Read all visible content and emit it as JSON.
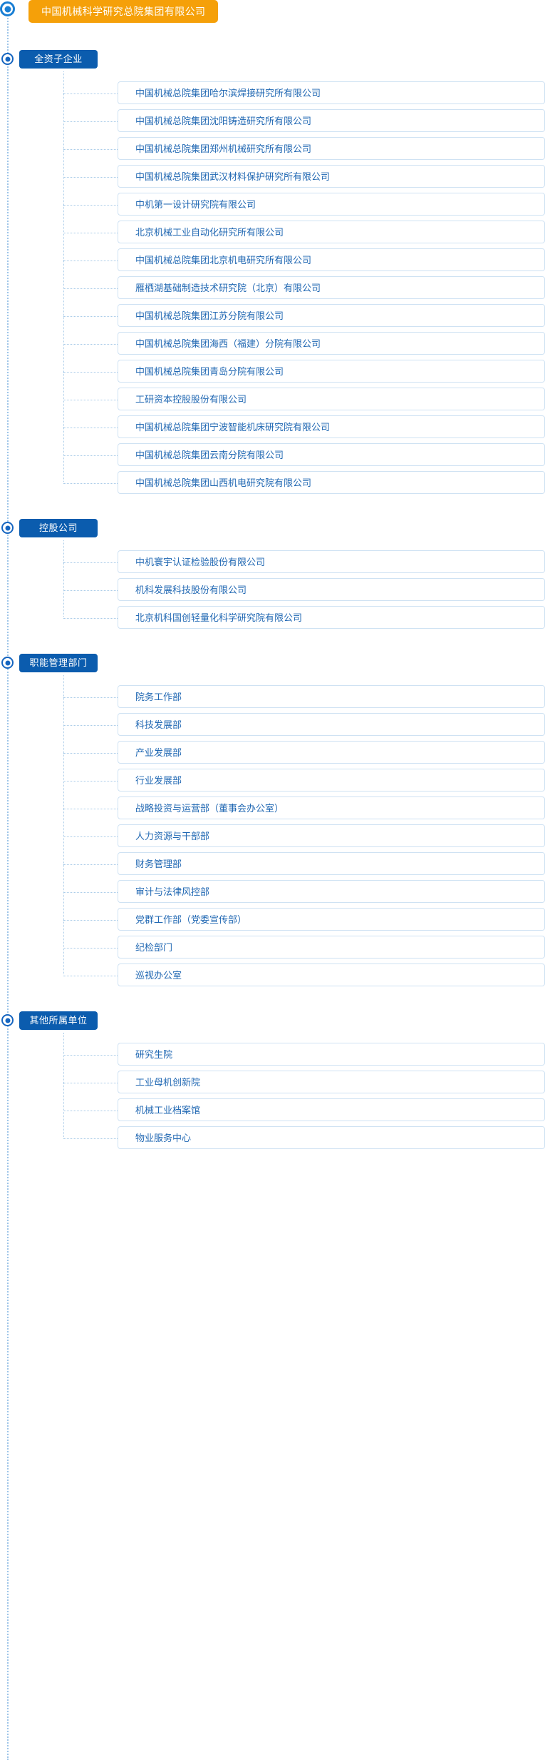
{
  "colors": {
    "root_chip_bg": "#f5a009",
    "section_chip_bg": "#0b5cae",
    "card_border": "#cfe2f3",
    "card_text": "#2168b3",
    "dotted_line": "#a9cbe8",
    "marker_ring": "#1565c0",
    "page_bg": "#ffffff"
  },
  "root": {
    "label": "中国机械科学研究总院集团有限公司"
  },
  "sections": [
    {
      "label": "全资子企业",
      "items": [
        "中国机械总院集团哈尔滨焊接研究所有限公司",
        "中国机械总院集团沈阳铸造研究所有限公司",
        "中国机械总院集团郑州机械研究所有限公司",
        "中国机械总院集团武汉材料保护研究所有限公司",
        "中机第一设计研究院有限公司",
        "北京机械工业自动化研究所有限公司",
        "中国机械总院集团北京机电研究所有限公司",
        "雁栖湖基础制造技术研究院（北京）有限公司",
        "中国机械总院集团江苏分院有限公司",
        "中国机械总院集团海西（福建）分院有限公司",
        "中国机械总院集团青岛分院有限公司",
        "工研资本控股股份有限公司",
        "中国机械总院集团宁波智能机床研究院有限公司",
        "中国机械总院集团云南分院有限公司",
        "中国机械总院集团山西机电研究院有限公司"
      ]
    },
    {
      "label": "控股公司",
      "items": [
        "中机寰宇认证检验股份有限公司",
        "机科发展科技股份有限公司",
        "北京机科国创轻量化科学研究院有限公司"
      ]
    },
    {
      "label": "职能管理部门",
      "items": [
        "院务工作部",
        "科技发展部",
        "产业发展部",
        "行业发展部",
        "战略投资与运营部（董事会办公室）",
        "人力资源与干部部",
        "财务管理部",
        "审计与法律风控部",
        "党群工作部（党委宣传部）",
        "纪检部门",
        "巡视办公室"
      ]
    },
    {
      "label": "其他所属单位",
      "items": [
        "研究生院",
        "工业母机创新院",
        "机械工业档案馆",
        "物业服务中心"
      ]
    }
  ],
  "icons": {
    "node_marker": "circle-node-marker-icon",
    "root_marker": "circle-root-marker-icon"
  }
}
